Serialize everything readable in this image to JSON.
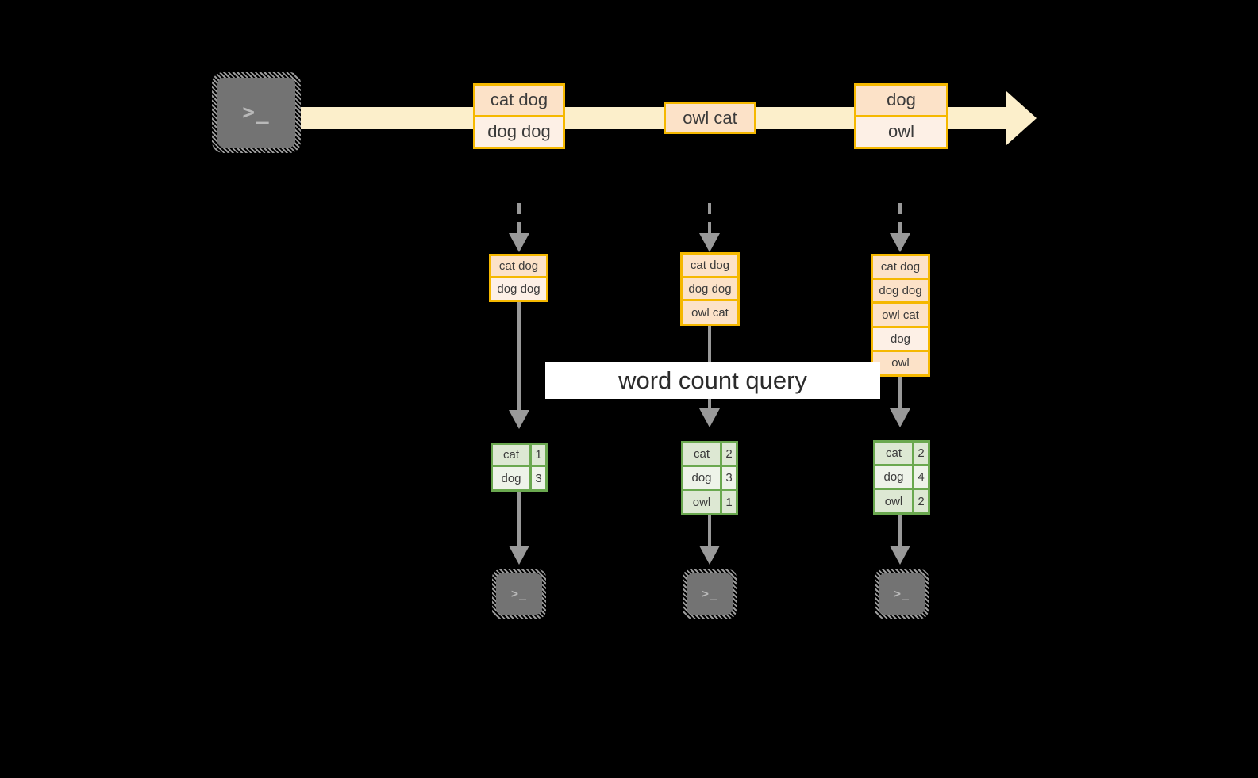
{
  "diagram": {
    "title_label": "word count query",
    "colors": {
      "background": "#000000",
      "stream_band": "#fcefcb",
      "record_border": "#f5b800",
      "record_fill_dark": "#fce2c8",
      "record_fill_light": "#fdf0e6",
      "result_border": "#6aa84f",
      "result_fill_dark": "#dde8d3",
      "result_fill_light": "#eef3e9",
      "connector": "#999999",
      "terminal_fill": "#737373",
      "label_band": "#ffffff"
    },
    "source": {
      "icon": "terminal-icon",
      "glyph": ">_"
    },
    "stream": {
      "arrow_icon": "stream-arrow-icon",
      "events": [
        {
          "id": "event-1",
          "lines": [
            "cat dog",
            "dog dog"
          ]
        },
        {
          "id": "event-2",
          "lines": [
            "owl cat"
          ]
        },
        {
          "id": "event-3",
          "lines": [
            "dog",
            "owl"
          ]
        }
      ]
    },
    "columns": [
      {
        "id": "batch-1",
        "input_icon": "dashed-down-arrow-icon",
        "input_rows": [
          "cat dog",
          "dog dog"
        ],
        "query_arrow_icon": "down-arrow-icon",
        "result_header": null,
        "result_rows": [
          {
            "word": "cat",
            "count": "1"
          },
          {
            "word": "dog",
            "count": "3"
          }
        ],
        "sink_icon": "terminal-icon",
        "sink_glyph": ">_"
      },
      {
        "id": "batch-2",
        "input_icon": "dashed-down-arrow-icon",
        "input_rows": [
          "cat dog",
          "dog dog",
          "owl cat"
        ],
        "query_arrow_icon": "down-arrow-icon",
        "result_header": null,
        "result_rows": [
          {
            "word": "cat",
            "count": "2"
          },
          {
            "word": "dog",
            "count": "3"
          },
          {
            "word": "owl",
            "count": "1"
          }
        ],
        "sink_icon": "terminal-icon",
        "sink_glyph": ">_"
      },
      {
        "id": "batch-3",
        "input_icon": "dashed-down-arrow-icon",
        "input_rows": [
          "cat dog",
          "dog dog",
          "owl cat",
          "dog",
          "owl"
        ],
        "query_arrow_icon": "down-arrow-icon",
        "result_header": null,
        "result_rows": [
          {
            "word": "cat",
            "count": "2"
          },
          {
            "word": "dog",
            "count": "4"
          },
          {
            "word": "owl",
            "count": "2"
          }
        ],
        "sink_icon": "terminal-icon",
        "sink_glyph": ">_"
      }
    ]
  }
}
